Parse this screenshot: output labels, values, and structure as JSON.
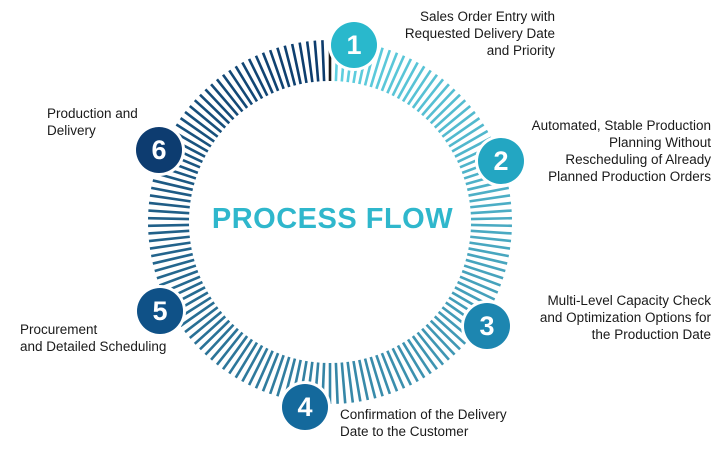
{
  "title": "PROCESS FLOW",
  "colors": {
    "title": "#2fb7cc",
    "ring_start": "#5fd0e0",
    "ring_end": "#0b3a6b",
    "ring_accent": "#1a1a1a"
  },
  "steps": [
    {
      "number": "1",
      "color": "#29b8cc",
      "lines": [
        "Sales Order Entry with",
        "Requested Delivery Date",
        "and Priority"
      ]
    },
    {
      "number": "2",
      "color": "#23a6c2",
      "lines": [
        "Automated, Stable Production",
        "Planning Without",
        "Rescheduling of Already",
        "Planned Production Orders"
      ]
    },
    {
      "number": "3",
      "color": "#1d86b0",
      "lines": [
        "Multi-Level Capacity Check",
        "and Optimization Options for",
        "the Production Date"
      ]
    },
    {
      "number": "4",
      "color": "#14699c",
      "lines": [
        "Confirmation of the Delivery",
        "Date to the Customer"
      ]
    },
    {
      "number": "5",
      "color": "#0f5187",
      "lines": [
        "Procurement",
        "and Detailed Scheduling"
      ]
    },
    {
      "number": "6",
      "color": "#0d3c70",
      "lines": [
        "Production and",
        "Delivery"
      ]
    }
  ]
}
